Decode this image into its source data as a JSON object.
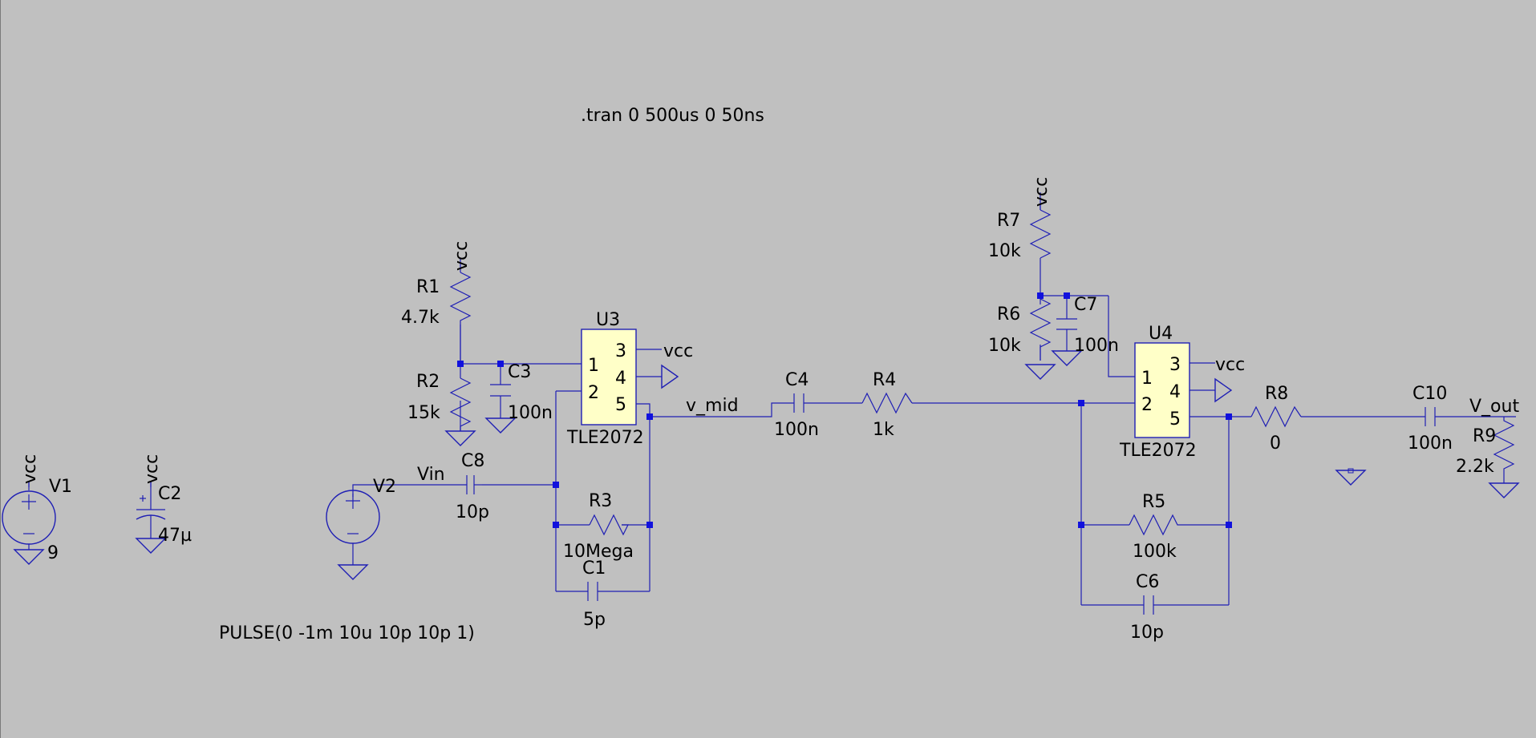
{
  "directives": {
    "tran": ".tran 0 500us 0 50ns",
    "pulse": "PULSE(0 -1m 10u 10p 10p 1)"
  },
  "nets": {
    "vin": "Vin",
    "v_mid": "v_mid",
    "v_out": "V_out",
    "vcc": "vcc"
  },
  "components": {
    "V1": {
      "name": "V1",
      "value": "9"
    },
    "V2": {
      "name": "V2"
    },
    "C2": {
      "name": "C2",
      "value": "47µ"
    },
    "C8": {
      "name": "C8",
      "value": "10p"
    },
    "R1": {
      "name": "R1",
      "value": "4.7k"
    },
    "R2": {
      "name": "R2",
      "value": "15k"
    },
    "C3": {
      "name": "C3",
      "value": "100n"
    },
    "U3": {
      "name": "U3",
      "model": "TLE2072",
      "pins": [
        "1",
        "2",
        "3",
        "4",
        "5"
      ]
    },
    "R3": {
      "name": "R3",
      "value": "10Mega"
    },
    "C1": {
      "name": "C1",
      "value": "5p"
    },
    "C4": {
      "name": "C4",
      "value": "100n"
    },
    "R4": {
      "name": "R4",
      "value": "1k"
    },
    "R7": {
      "name": "R7",
      "value": "10k"
    },
    "R6": {
      "name": "R6",
      "value": "10k"
    },
    "C7": {
      "name": "C7",
      "value": "100n"
    },
    "U4": {
      "name": "U4",
      "model": "TLE2072",
      "pins": [
        "1",
        "2",
        "3",
        "4",
        "5"
      ]
    },
    "R5": {
      "name": "R5",
      "value": "100k"
    },
    "C6": {
      "name": "C6",
      "value": "10p"
    },
    "R8": {
      "name": "R8",
      "value": "0"
    },
    "C10": {
      "name": "C10",
      "value": "100n"
    },
    "R9": {
      "name": "R9",
      "value": "2.2k"
    }
  },
  "colors": {
    "background": "#c0c0c0",
    "wire": "#1f1fb4",
    "junction": "#1111dd",
    "ic_fill": "#ffffc8",
    "text": "#000000"
  }
}
